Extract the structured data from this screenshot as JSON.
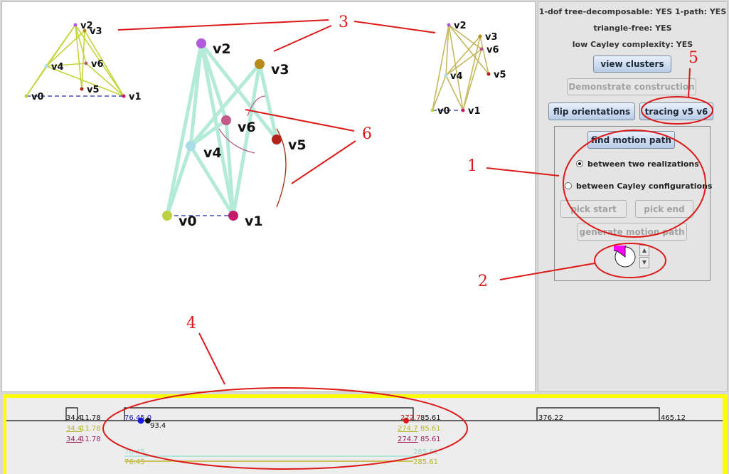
{
  "status": {
    "line1": "1-dof tree-decomposable: YES  1-path: YES",
    "line2": "triangle-free: YES",
    "line3": "low Cayley complexity: YES"
  },
  "buttons": {
    "view_clusters": "view clusters",
    "demonstrate": "Demonstrate construction",
    "flip": "flip orientations",
    "tracing": "tracing v5 v6",
    "find_motion": "find motion path",
    "pick_start": "pick start",
    "pick_end": "pick end",
    "generate": "generate motion path"
  },
  "radios": {
    "two_realizations": "between two realizations",
    "cayley_configs": "between Cayley configurations"
  },
  "spinner": {
    "fill_fraction": 0.85,
    "color": "#ff00ff"
  },
  "graph": {
    "vertices": [
      {
        "id": "v0",
        "label": "v0",
        "color": "#bcd042"
      },
      {
        "id": "v1",
        "label": "v1",
        "color": "#c41b6a"
      },
      {
        "id": "v2",
        "label": "v2",
        "color": "#b05adc"
      },
      {
        "id": "v3",
        "label": "v3",
        "color": "#b88a18"
      },
      {
        "id": "v4",
        "label": "v4",
        "color": "#a8dce8"
      },
      {
        "id": "v5",
        "label": "v5",
        "color": "#b3231a"
      },
      {
        "id": "v6",
        "label": "v6",
        "color": "#c15a88"
      }
    ],
    "main_edge_color": "#b4ead8",
    "left_edge_color": "#c4d43c",
    "right_edge_color": "#c4b860",
    "dashed_edge_color": "#1f2fa0"
  },
  "annotations": {
    "color": "#dd1a1a",
    "labels": [
      "1",
      "2",
      "3",
      "4",
      "5",
      "6"
    ]
  },
  "timeline": {
    "labels": {
      "a_top": "34.4",
      "a_top2": "11.78",
      "a_mid": "34.4",
      "a_mid2": "11.78",
      "a_bot": "34.4",
      "a_bot2": "11.78",
      "b_top": "76.45.0",
      "b_top2": "93.4",
      "b_bot1": "76.45",
      "b_bot2": "76.45",
      "c_top": "272.7",
      "c_top2": "85.61",
      "c_mid": "274.7",
      "c_mid2": "85.61",
      "c_bot": "274.7",
      "c_bot2": "85.61",
      "c_low1": "285.61",
      "c_low2": "285.61",
      "d_left": "376.22",
      "d_right": "465.12"
    }
  }
}
